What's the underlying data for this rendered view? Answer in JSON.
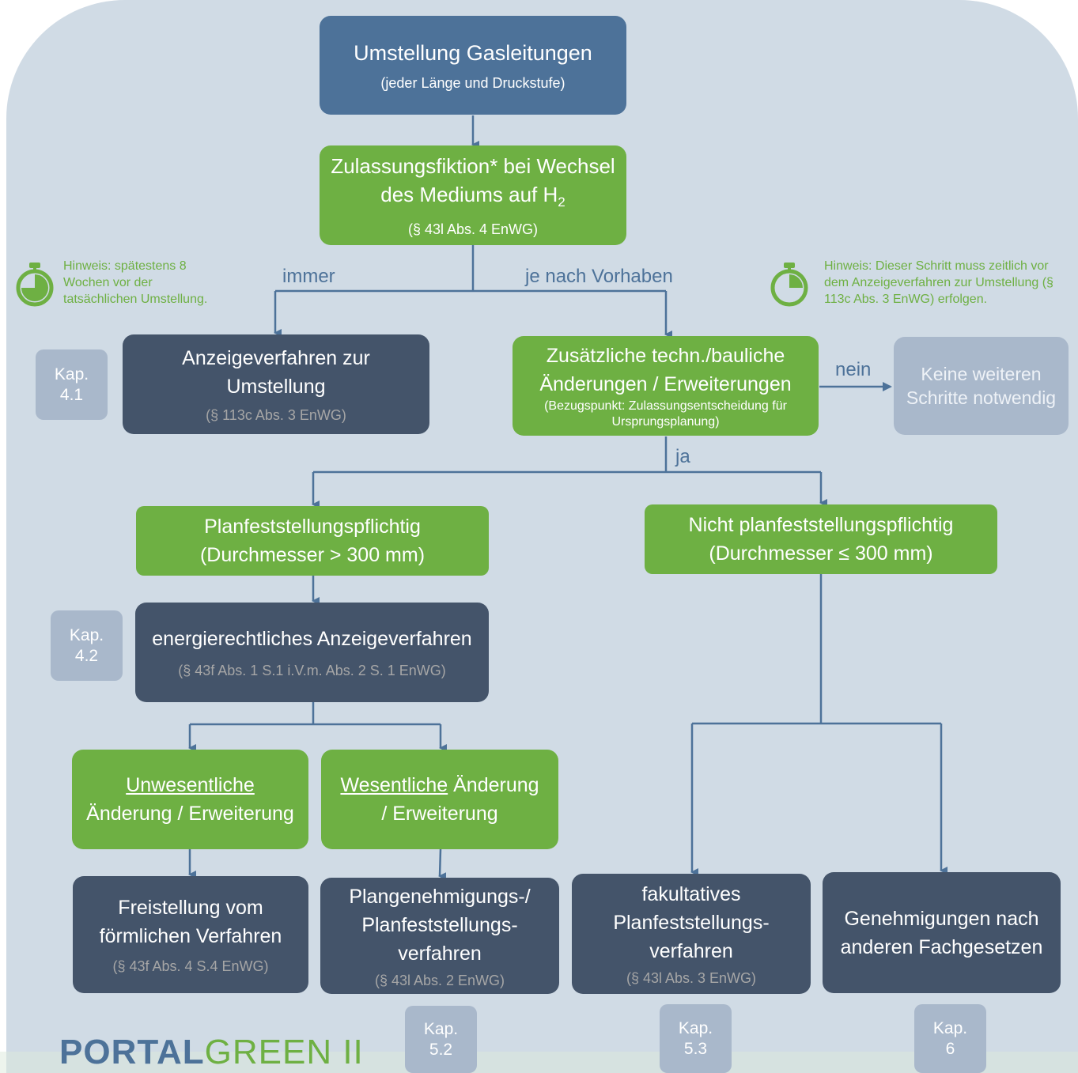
{
  "top": {
    "title": "Umstellung Gasleitungen",
    "sub": "(jeder Länge und Druckstufe)"
  },
  "fiktion": {
    "line1": "Zulassungsfiktion* bei Wechsel",
    "line2a": "des Mediums auf H",
    "line2sub": "2",
    "ref": "(§ 43l Abs. 4 EnWG)"
  },
  "labels": {
    "immer": "immer",
    "je_nach": "je nach Vorhaben",
    "nein": "nein",
    "ja": "ja"
  },
  "notes": {
    "left": "Hinweis: spätestens 8 Wochen vor der tatsächlichen Umstellung.",
    "right": "Hinweis: Dieser Schritt muss zeitlich vor dem Anzeigeverfahren zur Umstellung (§ 113c Abs. 3 EnWG) erfolgen."
  },
  "anzeige": {
    "title": "Anzeigeverfahren zur Umstellung",
    "ref": "(§ 113c Abs. 3 EnWG)"
  },
  "zusatz": {
    "title": "Zusätzliche techn./bauliche Änderungen / Erweiterungen",
    "sub": "(Bezugspunkt: Zulassungsentscheidung für Ursprungsplanung)"
  },
  "keine": {
    "text": "Keine weiteren Schritte notwendig"
  },
  "pfp": {
    "title": "Planfeststellungspflichtig",
    "sub": "(Durchmesser > 300 mm)"
  },
  "npfp": {
    "title": "Nicht planfeststellungspflichtig",
    "sub": "(Durchmesser ≤ 300 mm)"
  },
  "energie": {
    "title": "energierechtliches Anzeigeverfahren",
    "ref": "(§ 43f Abs. 1 S.1 i.V.m. Abs. 2 S. 1 EnWG)"
  },
  "unwes": {
    "u": "Unwesentliche",
    "rest": "Änderung / Erweiterung"
  },
  "wes": {
    "u": "Wesentliche",
    "rest1": " Änderung",
    "rest2": "/ Erweiterung"
  },
  "frei": {
    "title": "Freistellung vom förmlichen Verfahren",
    "ref": "(§ 43f Abs. 4 S.4 EnWG)"
  },
  "plangen": {
    "title": "Plangenehmigungs-/ Planfeststellungs- verfahren",
    "ref": "(§ 43l Abs. 2 EnWG)"
  },
  "fakult": {
    "title": "fakultatives Planfeststellungs- verfahren",
    "ref": "(§ 43l Abs. 3 EnWG)"
  },
  "geneh": {
    "title": "Genehmigungen nach anderen Fachgesetzen"
  },
  "kap": {
    "k41": {
      "a": "Kap.",
      "b": "4.1"
    },
    "k42": {
      "a": "Kap.",
      "b": "4.2"
    },
    "k52": {
      "a": "Kap.",
      "b": "5.2"
    },
    "k53": {
      "a": "Kap.",
      "b": "5.3"
    },
    "k6": {
      "a": "Kap.",
      "b": "6"
    }
  },
  "logo": {
    "part1": "PORTAL",
    "part2": "GREEN II"
  },
  "colors": {
    "blue": "#4d7299",
    "green": "#6eb043",
    "dark": "#44546a",
    "light": "#a9b8cb",
    "background": "#d0dbe5"
  },
  "icons": {
    "timer_left": "stopwatch-icon",
    "timer_right": "stopwatch-icon"
  }
}
